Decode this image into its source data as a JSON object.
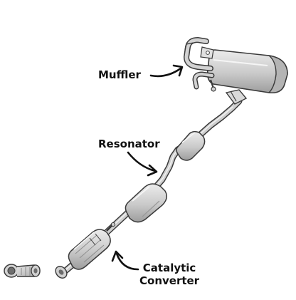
{
  "labels": {
    "muffler": "Muffler",
    "resonator": "Resonator",
    "catalytic_line1": "Catalytic",
    "catalytic_line2": "Converter"
  },
  "colors": {
    "outline": "#3a3a3a",
    "body_fill": "#d4d4d4",
    "pipe_fill": "#c8c8c8",
    "shade": "#a8a8a8",
    "arrow": "#111111"
  }
}
